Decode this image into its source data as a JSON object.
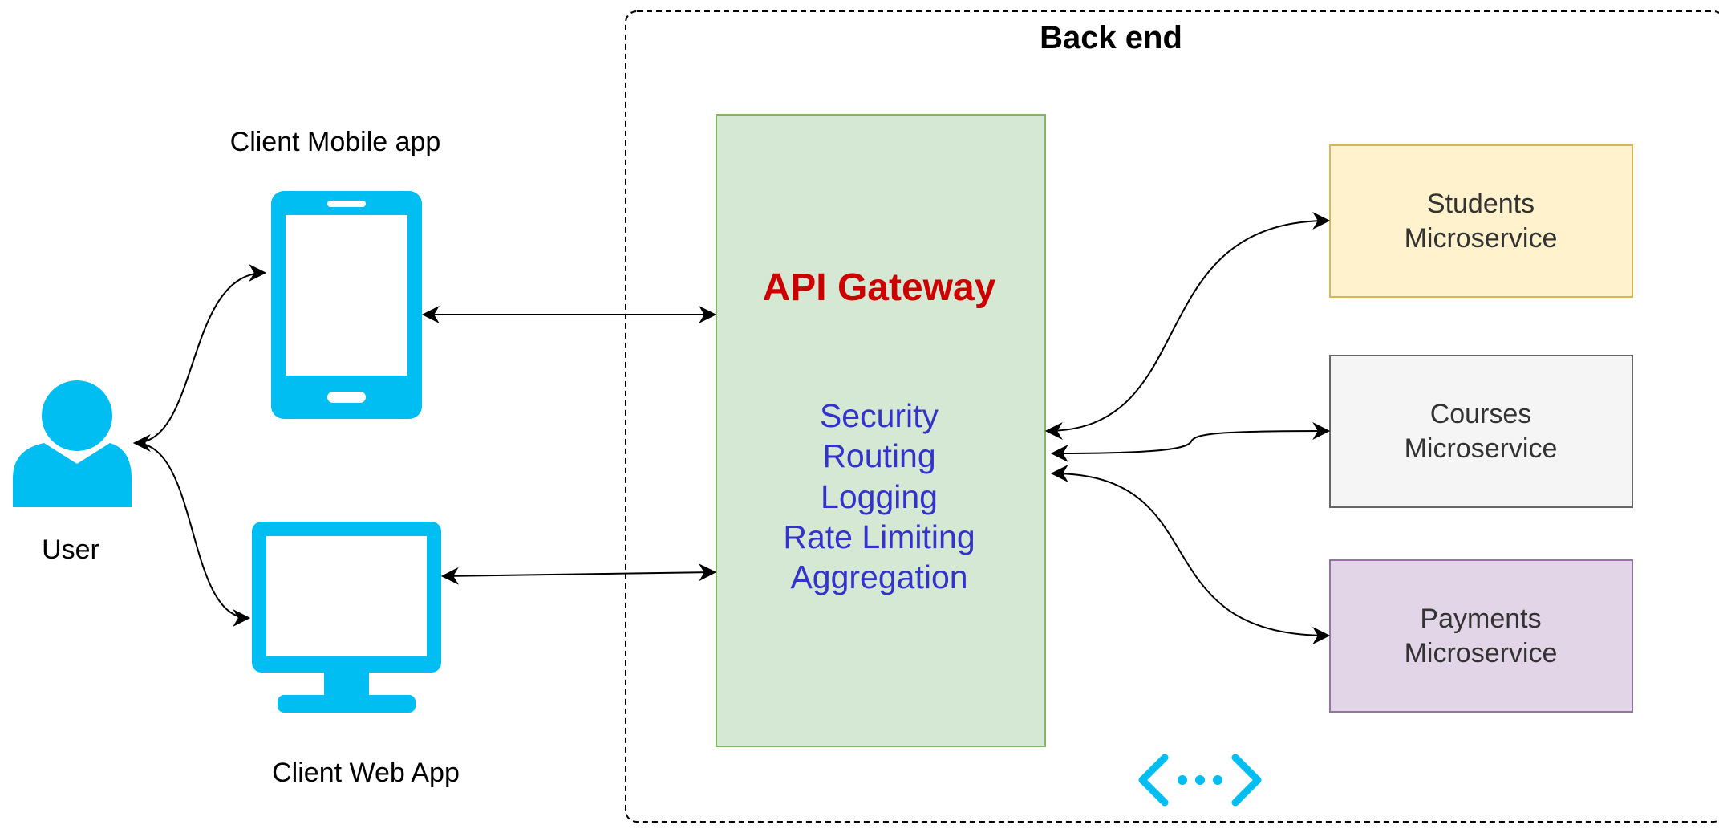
{
  "backend": {
    "title": "Back end"
  },
  "user": {
    "label": "User",
    "icon": "user-icon"
  },
  "clients": {
    "mobile": {
      "label": "Client Mobile app",
      "icon": "smartphone-icon"
    },
    "web": {
      "label": "Client Web App",
      "icon": "monitor-icon"
    }
  },
  "gateway": {
    "title": "API Gateway",
    "features": [
      "Security",
      "Routing",
      "Logging",
      "Rate Limiting",
      "Aggregation"
    ]
  },
  "services": [
    {
      "line1": "Students",
      "line2": "Microservice",
      "fill": "#fff2cc",
      "stroke": "#d6b656"
    },
    {
      "line1": "Courses",
      "line2": "Microservice",
      "fill": "#f5f5f5",
      "stroke": "#666666"
    },
    {
      "line1": "Payments",
      "line2": "Microservice",
      "fill": "#e1d5e7",
      "stroke": "#9673a6"
    }
  ],
  "api_icon": "api-endpoint-icon",
  "colors": {
    "icon_blue": "#00bef2",
    "gateway_fill": "#d5e8d4",
    "gateway_stroke": "#82b366",
    "gateway_title": "#cc0000",
    "feature_text": "#3333cc",
    "arrow": "#000000"
  }
}
